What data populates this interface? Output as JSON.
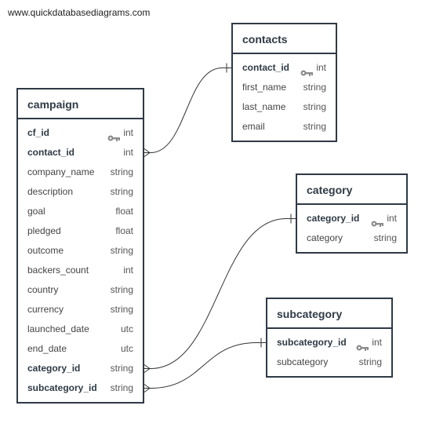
{
  "watermark": "www.quickdatabasediagrams.com",
  "colors": {
    "border": "#2f3a45",
    "key": "#8c8c8c",
    "link": "#333333"
  },
  "tables": {
    "contacts": {
      "title": "contacts",
      "rows": [
        {
          "name": "contact_id",
          "type": "int",
          "pk": true,
          "fk": false
        },
        {
          "name": "first_name",
          "type": "string",
          "pk": false,
          "fk": false
        },
        {
          "name": "last_name",
          "type": "string",
          "pk": false,
          "fk": false
        },
        {
          "name": "email",
          "type": "string",
          "pk": false,
          "fk": false
        }
      ]
    },
    "campaign": {
      "title": "campaign",
      "rows": [
        {
          "name": "cf_id",
          "type": "int",
          "pk": true,
          "fk": false
        },
        {
          "name": "contact_id",
          "type": "int",
          "pk": false,
          "fk": true
        },
        {
          "name": "company_name",
          "type": "string",
          "pk": false,
          "fk": false
        },
        {
          "name": "description",
          "type": "string",
          "pk": false,
          "fk": false
        },
        {
          "name": "goal",
          "type": "float",
          "pk": false,
          "fk": false
        },
        {
          "name": "pledged",
          "type": "float",
          "pk": false,
          "fk": false
        },
        {
          "name": "outcome",
          "type": "string",
          "pk": false,
          "fk": false
        },
        {
          "name": "backers_count",
          "type": "int",
          "pk": false,
          "fk": false
        },
        {
          "name": "country",
          "type": "string",
          "pk": false,
          "fk": false
        },
        {
          "name": "currency",
          "type": "string",
          "pk": false,
          "fk": false
        },
        {
          "name": "launched_date",
          "type": "utc",
          "pk": false,
          "fk": false
        },
        {
          "name": "end_date",
          "type": "utc",
          "pk": false,
          "fk": false
        },
        {
          "name": "category_id",
          "type": "string",
          "pk": false,
          "fk": true
        },
        {
          "name": "subcategory_id",
          "type": "string",
          "pk": false,
          "fk": true
        }
      ]
    },
    "category": {
      "title": "category",
      "rows": [
        {
          "name": "category_id",
          "type": "int",
          "pk": true,
          "fk": false
        },
        {
          "name": "category",
          "type": "string",
          "pk": false,
          "fk": false
        }
      ]
    },
    "subcategory": {
      "title": "subcategory",
      "rows": [
        {
          "name": "subcategory_id",
          "type": "int",
          "pk": true,
          "fk": false
        },
        {
          "name": "subcategory",
          "type": "string",
          "pk": false,
          "fk": false
        }
      ]
    }
  },
  "relationships": [
    {
      "from_table": "campaign",
      "from_column": "contact_id",
      "to_table": "contacts",
      "to_column": "contact_id",
      "cardinality": "many-to-one"
    },
    {
      "from_table": "campaign",
      "from_column": "category_id",
      "to_table": "category",
      "to_column": "category_id",
      "cardinality": "many-to-one"
    },
    {
      "from_table": "campaign",
      "from_column": "subcategory_id",
      "to_table": "subcategory",
      "to_column": "subcategory_id",
      "cardinality": "many-to-one"
    }
  ]
}
